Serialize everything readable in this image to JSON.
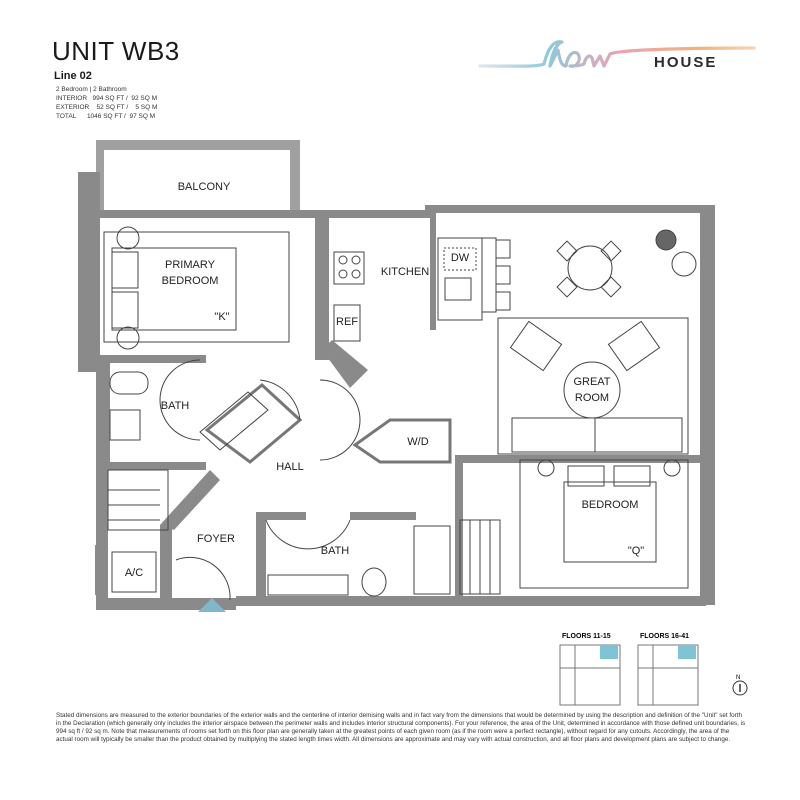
{
  "header": {
    "unit_title": "UNIT WB3",
    "line": "Line 02",
    "specs": [
      "2 Bedroom | 2 Bathroom",
      "INTERIOR   994 SQ FT /  92 SQ M",
      "EXTERIOR    52 SQ FT /    5 SQ M",
      "TOTAL      1046 SQ FT /  97 SQ M"
    ]
  },
  "logo": {
    "script_text": "flow",
    "word": "HOUSE",
    "colors": {
      "pink": "#e9a3b5",
      "blue": "#8fc9d9",
      "orange": "#f2b27a"
    }
  },
  "rooms": {
    "balcony": "BALCONY",
    "primary_bedroom_1": "PRIMARY",
    "primary_bedroom_2": "BEDROOM",
    "primary_bed": "\"K\"",
    "kitchen": "KITCHEN",
    "dw": "DW",
    "ref": "REF",
    "great_room_1": "GREAT",
    "great_room_2": "ROOM",
    "bath_1": "BATH",
    "wd": "W/D",
    "hall": "HALL",
    "bedroom": "BEDROOM",
    "bedroom_bed": "\"Q\"",
    "foyer": "FOYER",
    "ac": "A/C",
    "bath_2": "BATH"
  },
  "key_plans": {
    "floors_a": "FLOORS 11-15",
    "floors_b": "FLOORS 16-41",
    "highlight_color": "#7fc3d6"
  },
  "compass": {
    "label": "N"
  },
  "entry_marker_color": "#7fb8cc",
  "disclaimer": "Stated dimensions are measured to the exterior boundaries of the exterior walls and the centerline of interior demising walls and in fact vary from the dimensions that would be determined by using the description and definition of the \"Unit\" set forth in the Declaration (which generally only includes the interior airspace between the perimeter walls and includes interior structural components). For your reference, the area of the Unit, determined in accordance with those defined unit boundaries, is 994 sq ft / 92 sq m. Note that measurements of rooms set forth on this floor plan are generally taken at the greatest points of each given room (as if the room were a perfect rectangle), without regard for any cutouts. Accordingly, the area of the actual room will typically be smaller than the product obtained by multiplying the stated length times width. All dimensions are approximate and may vary with actual construction, and all floor plans and development plans are subject to change."
}
